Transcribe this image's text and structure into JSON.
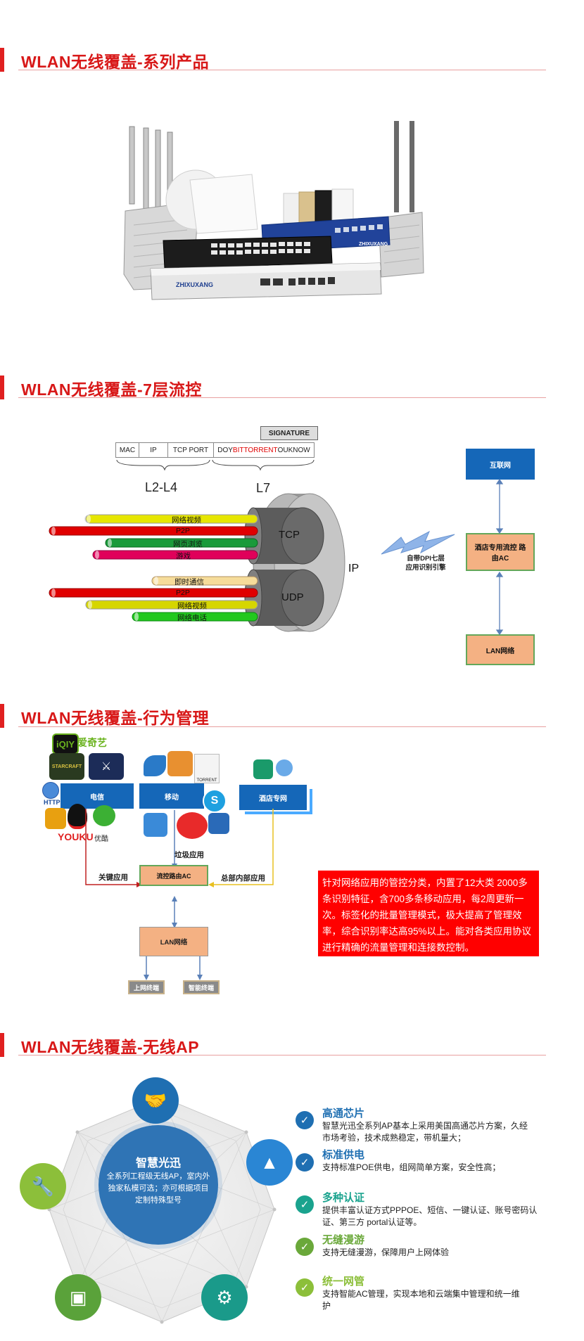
{
  "sections": [
    {
      "title": "WLAN无线覆盖-系列产品"
    },
    {
      "title": "WLAN无线覆盖-7层流控"
    },
    {
      "title": "WLAN无线覆盖-行为管理"
    },
    {
      "title": "WLAN无线覆盖-无线AP"
    }
  ],
  "products": {
    "switch_brand": "ZHIXUXANG",
    "rack_brand": "ZHIXUXANG"
  },
  "flow_control": {
    "signature": "SIGNATURE",
    "header_cells": [
      "MAC",
      "IP",
      "TCP PORT"
    ],
    "payload_prefix": "DOY",
    "payload_highlight": "BITTORRENT",
    "payload_suffix": "OUKNOW",
    "layer_left": "L2-L4",
    "layer_right": "L7",
    "tcp_label": "TCP",
    "udp_label": "UDP",
    "ip_label": "IP",
    "tcp_pipes": [
      {
        "label": "网络视频",
        "color": "#e6e600"
      },
      {
        "label": "P2P",
        "color": "#e00000"
      },
      {
        "label": "网页浏览",
        "color": "#1a9a3a"
      },
      {
        "label": "游戏",
        "color": "#e0005a"
      }
    ],
    "udp_pipes": [
      {
        "label": "即时通信",
        "color": "#f6dc9a"
      },
      {
        "label": "P2P",
        "color": "#e00000"
      },
      {
        "label": "网络视频",
        "color": "#d6d600"
      },
      {
        "label": "网络电话",
        "color": "#22c81e"
      }
    ],
    "dpi_label": "自带DPI七层应用识别引擎",
    "internet_box": "互联网",
    "router_box": "酒店专用流控 路由AC",
    "lan_box": "LAN网络"
  },
  "behavior": {
    "telecom_box": "电信",
    "mobile_box": "移动",
    "hotel_box": "酒店专网",
    "iqiyi_label": "爱奇艺",
    "iqiyi_logo": "iQIY",
    "http_label": "HTTP",
    "youku_label": "YOUKU",
    "youku_suffix": "优酷",
    "torrent_label": "TORRENT",
    "starcraft_label": "STARCRAFT",
    "junk_label": "垃圾应用",
    "key_label": "关键应用",
    "internal_label": "总部内部应用",
    "router_box": "流控路由AC",
    "lan_box": "LAN网络",
    "terminal_left": "上网终端",
    "terminal_right": "智能终端",
    "description": "针对网络应用的管控分类，内置了12大类 2000多条识别特征，含700多条移动应用，每2周更新一次。标签化的批量管理模式，极大提高了管理效率，综合识别率达高95%以上。能对各类应用协议进行精确的流量管理和连接数控制。"
  },
  "wireless_ap": {
    "center_title": "智慧光迅",
    "center_desc": "全系列工程级无线AP，室内外独家私模可选；亦可根据项目定制特殊型号",
    "features": [
      {
        "title": "高通芯片",
        "desc": "智慧光迅全系列AP基本上采用美国高通芯片方案，久经市场考验，技术成熟稳定，带机量大；",
        "color": "#1f6fb2"
      },
      {
        "title": "标准供电",
        "desc": "支持标准POE供电，组网简单方案，安全性高；",
        "color": "#1f6fb2"
      },
      {
        "title": "多种认证",
        "desc": "提供丰富认证方式PPPOE、短信、一键认证、账号密码认证、第三方 portal认证等。",
        "color": "#1aa38e"
      },
      {
        "title": "无缝漫游",
        "desc": "支持无缝漫游，保障用户上网体验",
        "color": "#6aa83a"
      },
      {
        "title": "统一网管",
        "desc": "支持智能AC管理，实现本地和云端集中管理和统一维护",
        "color": "#8cbf3a"
      }
    ],
    "icons": [
      "handshake-icon",
      "traffic-cone-icon",
      "gears-icon",
      "bag-icon",
      "wrench-icon"
    ]
  }
}
